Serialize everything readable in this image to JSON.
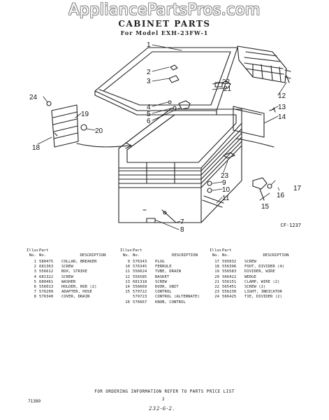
{
  "watermark": "AppliancePartsPros.com",
  "title": "CABINET PARTS",
  "subtitle": "For Model EXH-23FW-1",
  "figure_id": "CF-1237",
  "callouts": [
    "1",
    "2",
    "3",
    "4",
    "5",
    "6",
    "7",
    "8",
    "9",
    "10",
    "11",
    "12",
    "13",
    "14",
    "15",
    "16",
    "17",
    "18",
    "19",
    "20",
    "21",
    "22",
    "23",
    "24"
  ],
  "parts_header": {
    "illus": "Illus.",
    "part": "Part",
    "no1": "No.",
    "no2": "No.",
    "description": "DESCRIPTION"
  },
  "parts_columns": [
    [
      [
        "1",
        "580475",
        "COLLAR, BREAKER"
      ],
      [
        "2",
        "681363",
        "SCREW"
      ],
      [
        "3",
        "556612",
        "BOX, STRIKE"
      ],
      [
        "4",
        "681322",
        "SCREW"
      ],
      [
        "5",
        "680461",
        "WASHER"
      ],
      [
        "6",
        "556013",
        "HOLDER, ROD (2)"
      ],
      [
        "7",
        "576209",
        "ADAPTER, HOSE"
      ],
      [
        "8",
        "576340",
        "COVER, DRAIN"
      ]
    ],
    [
      [
        "9",
        "576343",
        "PLUG"
      ],
      [
        "10",
        "576345",
        "FERRULE"
      ],
      [
        "11",
        "556624",
        "TUBE, DRAIN"
      ],
      [
        "12",
        "556585",
        "BASKET"
      ],
      [
        "13",
        "681318",
        "SCREW"
      ],
      [
        "14",
        "556669",
        "DOOR, UNIT"
      ],
      [
        "15",
        "579722",
        "CONTROL"
      ],
      [
        "",
        "579723",
        "CONTROL (ALTERNATE)"
      ],
      [
        "16",
        "576667",
        "KNOB, CONTROL"
      ]
    ],
    [
      [
        "17",
        "595032",
        "SCREW"
      ],
      [
        "18",
        "556396",
        "FOOT, DIVIDER (4)"
      ],
      [
        "19",
        "556583",
        "DIVIDER, WIRE"
      ],
      [
        "20",
        "566422",
        "WEDGE"
      ],
      [
        "21",
        "556151",
        "CLAMP, WIRE (2)"
      ],
      [
        "22",
        "565451",
        "SCREW (2)"
      ],
      [
        "23",
        "556230",
        "LIGHT, INDICATOR"
      ],
      [
        "24",
        "566425",
        "TIE, DIVIDER (2)"
      ]
    ]
  ],
  "footer": "FOR ORDERING INFORMATION REFER TO PARTS PRICE LIST",
  "page_number": "2",
  "footer_left": "71389",
  "handwritten": "232-6-2."
}
